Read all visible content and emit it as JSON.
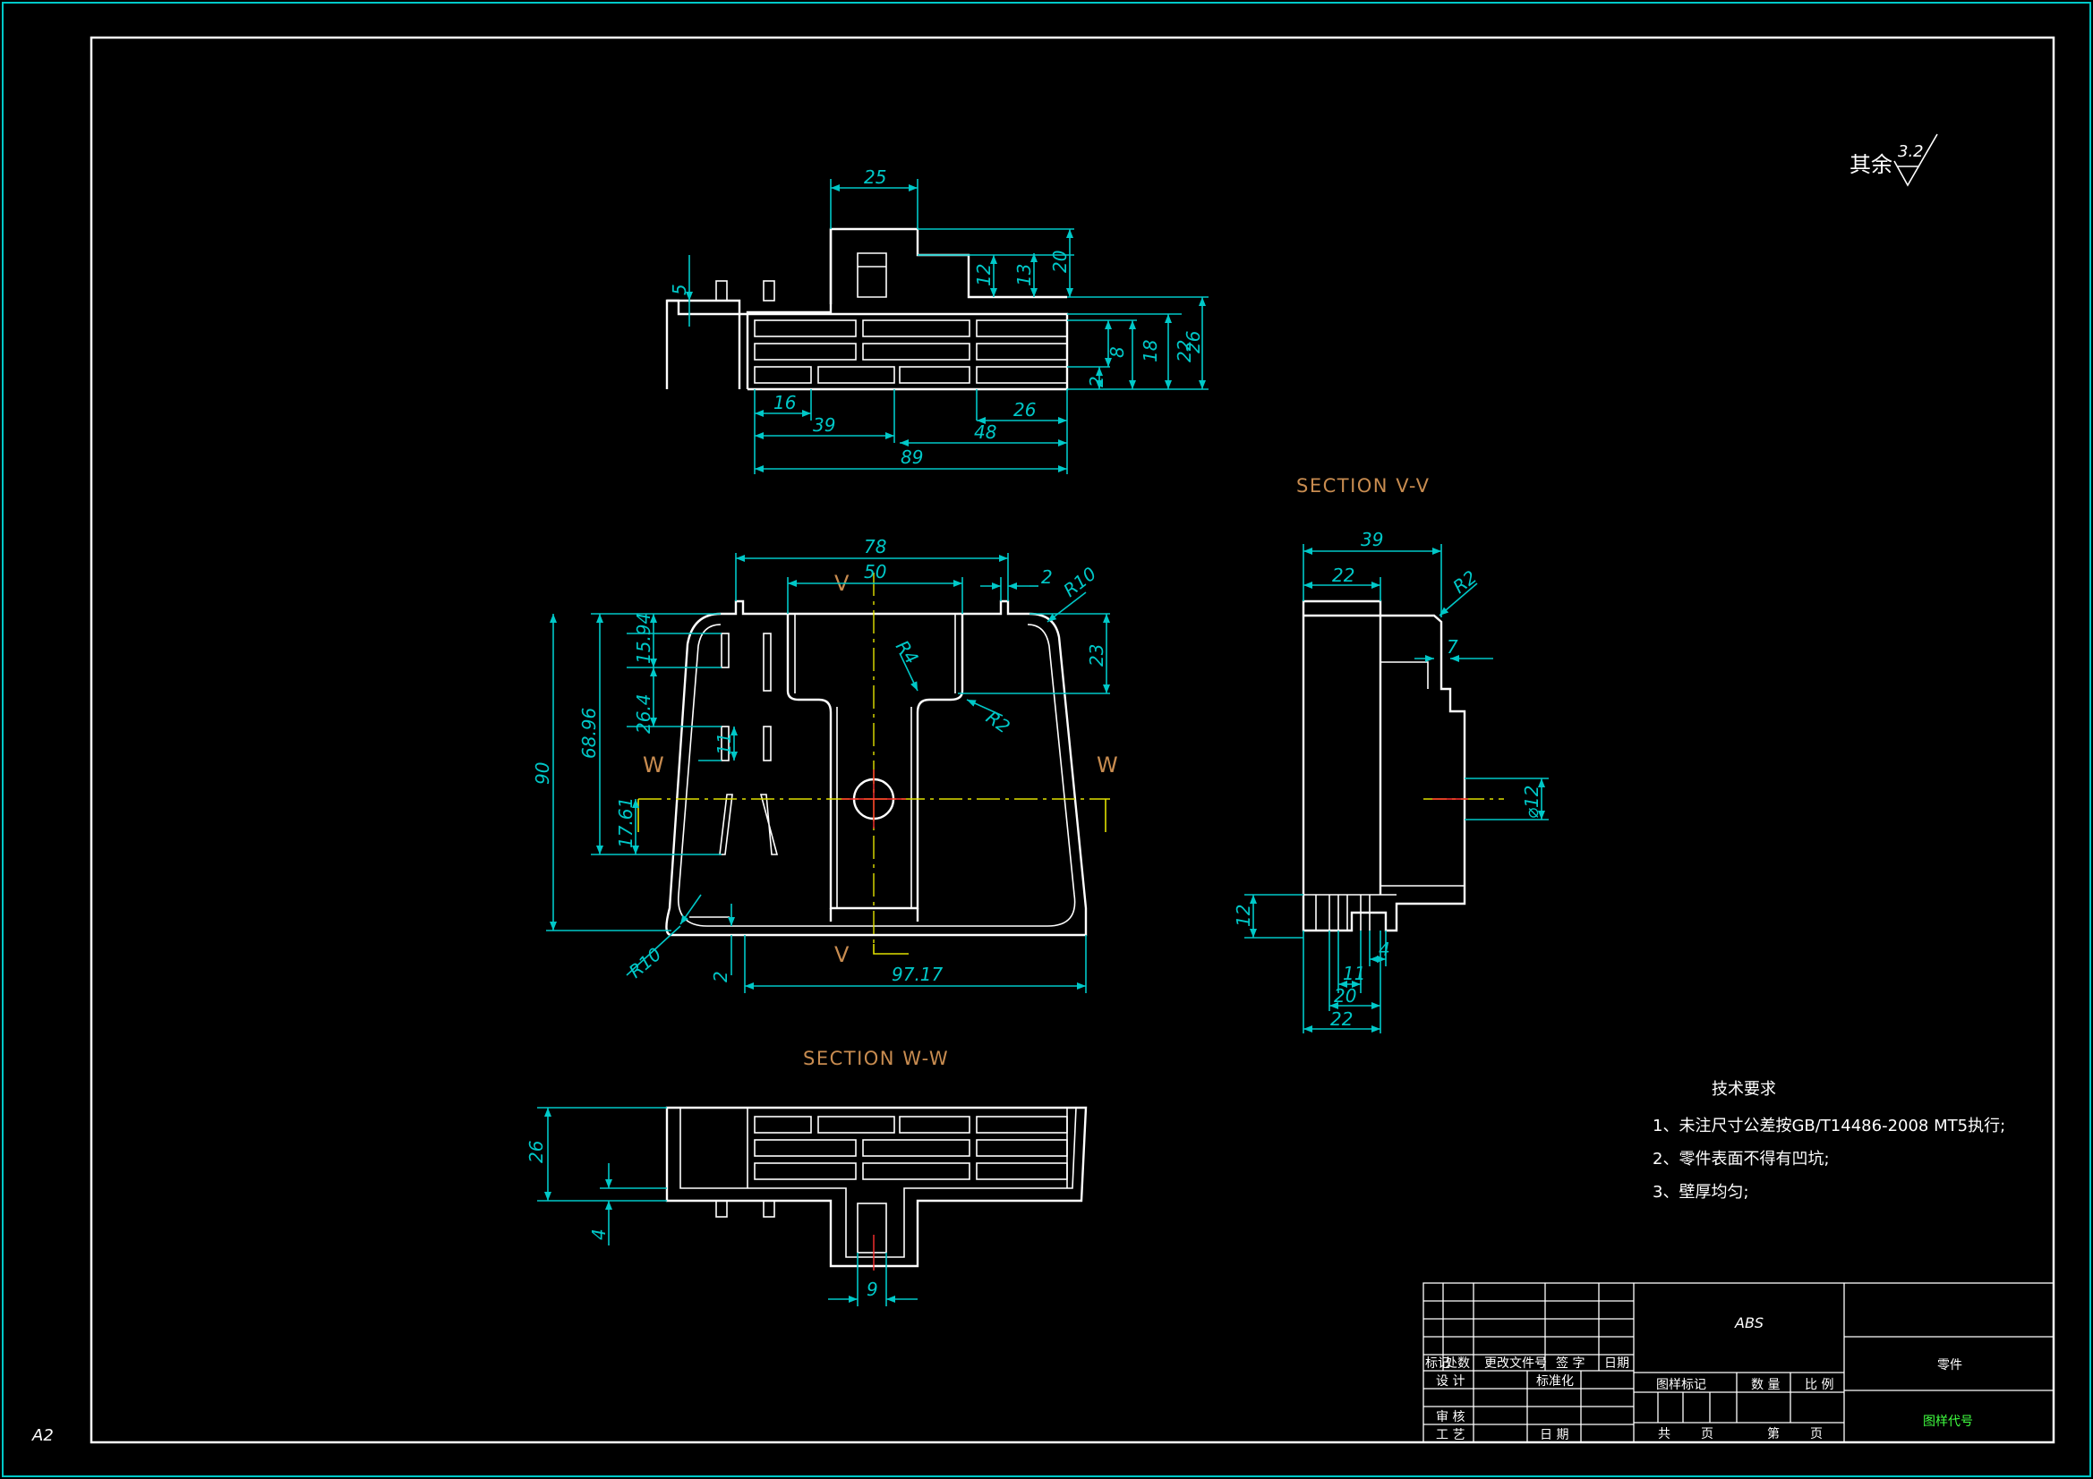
{
  "sheet": {
    "format": "A2"
  },
  "surface_finish": {
    "prefix": "其余",
    "value": "3.2"
  },
  "section_labels": {
    "vv": "SECTION V-V",
    "ww": "SECTION W-W"
  },
  "cut_markers": {
    "v": "V",
    "w": "W"
  },
  "top_view": {
    "dims": {
      "d25": "25",
      "d5": "5",
      "d12": "12",
      "d13": "13",
      "d20": "20",
      "d8": "8",
      "d18": "18",
      "d22": "22",
      "d26": "26",
      "d2": "2",
      "d16": "16",
      "d39": "39",
      "d26b": "26",
      "d48": "48",
      "d89": "89"
    }
  },
  "section_v": {
    "dims": {
      "d78": "78",
      "d50": "50",
      "d2": "2",
      "r10": "R10",
      "d23": "23",
      "r4": "R4",
      "r2": "R2",
      "d15_94": "15.94",
      "d26_4": "26.4",
      "d11": "11",
      "d68_96": "68.96",
      "d90": "90",
      "d17_61": "17.61",
      "r10b": "R10",
      "d2b": "2",
      "d97_17": "97.17"
    }
  },
  "side_view": {
    "dims": {
      "d39": "39",
      "d22": "22",
      "r2": "R2",
      "d7": "7",
      "d12dia": "⌀12",
      "d12": "12",
      "d4": "4",
      "d11": "11",
      "d20": "20",
      "d22b": "22"
    }
  },
  "section_w": {
    "dims": {
      "d26": "26",
      "d4": "4",
      "d9": "9"
    }
  },
  "tech_requirements": {
    "title": "技术要求",
    "items": [
      "1、未注尺寸公差按GB/T14486-2008 MT5执行;",
      "2、零件表面不得有凹坑;",
      "3、壁厚均匀;"
    ]
  },
  "title_block": {
    "material": "ABS",
    "part_name": "零件",
    "drawing_no": "图样代号",
    "rev_headers": [
      "标记",
      "处数",
      "更改文件号",
      "签 字",
      "日期"
    ],
    "design": "设 计",
    "standardization": "标准化",
    "review": "审 核",
    "process": "工 艺",
    "date": "日 期",
    "stage_mark": "图样标记",
    "quantity": "数 量",
    "scale": "比 例",
    "total": "共",
    "page": "页",
    "sheet_no": "第",
    "page2": "页"
  },
  "colors": {
    "background": "#000000",
    "outline": "#ffffff",
    "dimension": "#00c8c8",
    "centerline": "#e0e000",
    "section_title": "#c88c50",
    "drawing_no_text": "#40ff40"
  }
}
